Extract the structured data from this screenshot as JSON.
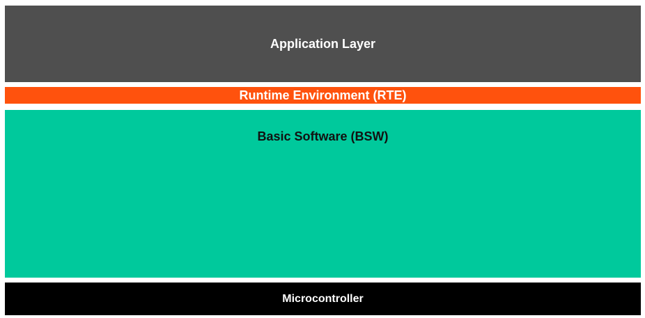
{
  "layers": {
    "application": {
      "label": "Application Layer",
      "color": "#4f4f4f"
    },
    "rte": {
      "label": "Runtime Environment (RTE)",
      "color": "#ff520d"
    },
    "bsw": {
      "label": "Basic Software (BSW)",
      "color": "#00c99c"
    },
    "microcontroller": {
      "label": "Microcontroller",
      "color": "#000000"
    }
  }
}
